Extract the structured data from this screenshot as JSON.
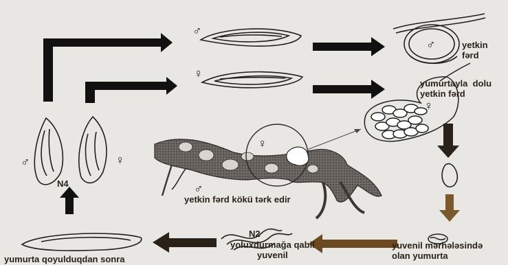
{
  "symbols": {
    "male": "♂",
    "female": "♀"
  },
  "labels": {
    "adult_male": "yetkin\nfərd",
    "adult_female_with_eggs": "yumurtayla  dolu\nyetkin fərd",
    "stage_n4": "N4",
    "adult_leaves_root": "yetkin fərd kökü tərk edir",
    "stage_n2": "N2",
    "infective_juvenile": "yoluxdurmağa qabil\nyuvenil",
    "egg_juvenile_stage": "yuvenil mərhələsində\nolan yumurta",
    "after_egg_laying": "yumurta qoyulduqdan sonra"
  },
  "colors": {
    "background": "#e9e7e3",
    "black_arrow": "#111111",
    "brown_arrow": "#7a5a2c",
    "dark_arrow": "#3a2e22",
    "root": "#5a5450",
    "outline": "#1e1e1e"
  },
  "icons": {
    "male": "male-symbol-icon",
    "female": "female-symbol-icon"
  }
}
